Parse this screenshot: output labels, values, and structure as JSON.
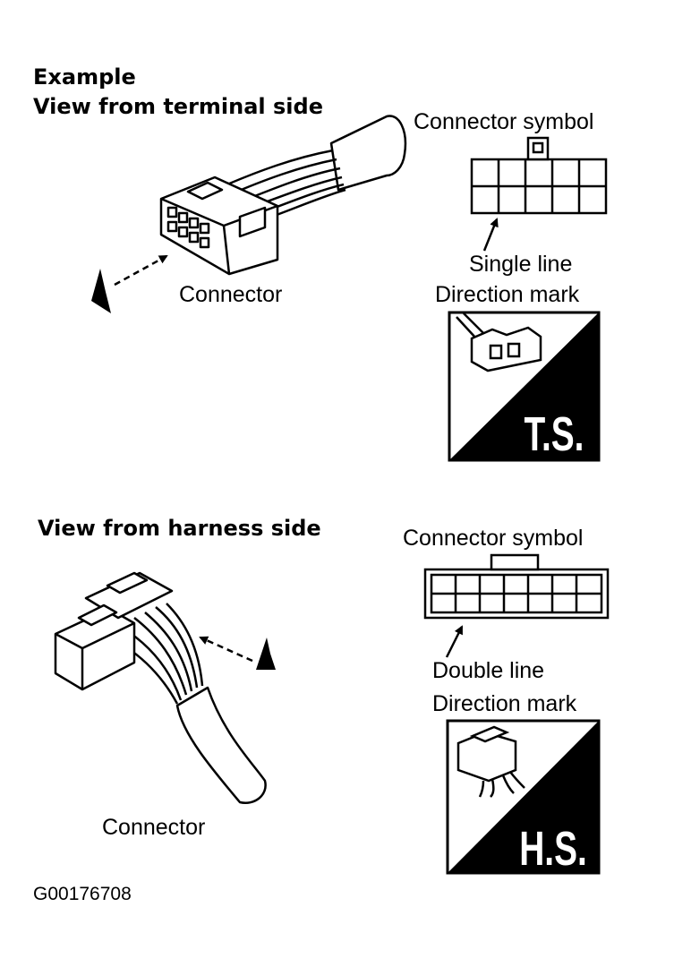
{
  "top_section": {
    "heading_line1": "Example",
    "heading_line2": "View from terminal side",
    "connector_label": "Connector",
    "symbol_label": "Connector symbol",
    "line_type_label": "Single line",
    "direction_mark_label": "Direction mark",
    "badge_text": "T.S."
  },
  "bottom_section": {
    "heading": "View from harness side",
    "connector_label": "Connector",
    "symbol_label": "Connector symbol",
    "line_type_label": "Double line",
    "direction_mark_label": "Direction mark",
    "badge_text": "H.S."
  },
  "figure_id": "G00176708"
}
